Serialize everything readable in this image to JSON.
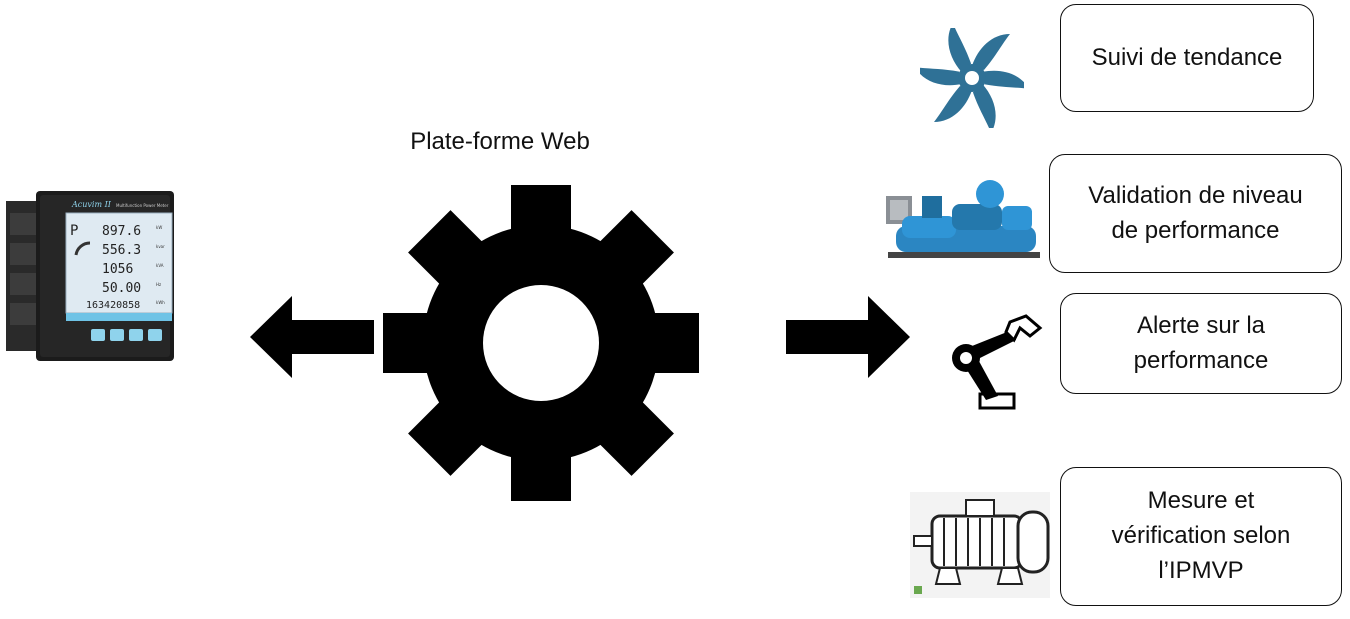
{
  "platform": {
    "label": "Plate-forme Web"
  },
  "meter": {
    "brand": "Acuvim II",
    "subtitle": "Multifunction Power Meter",
    "readings": [
      "897.6",
      "556.3",
      "1056",
      "50.00",
      "163420858"
    ],
    "units": [
      "kW",
      "kvar",
      "kVA",
      "Hz",
      "kWh"
    ],
    "mode": "P"
  },
  "outputs": [
    {
      "label": "Suivi de tendance",
      "icon": "fan-icon"
    },
    {
      "label": "Validation de niveau\nde performance",
      "icon": "chiller-icon"
    },
    {
      "label": "Alerte sur la\nperformance",
      "icon": "robot-arm-icon"
    },
    {
      "label": "Mesure et\nvérification selon\nl’IPMVP",
      "icon": "motor-icon"
    }
  ],
  "colors": {
    "fan": "#2f7196",
    "chiller": "#2b86c2",
    "gear": "#000000",
    "meter_screen": "#dfeaf2",
    "meter_buttons": "#8fd3ec"
  }
}
